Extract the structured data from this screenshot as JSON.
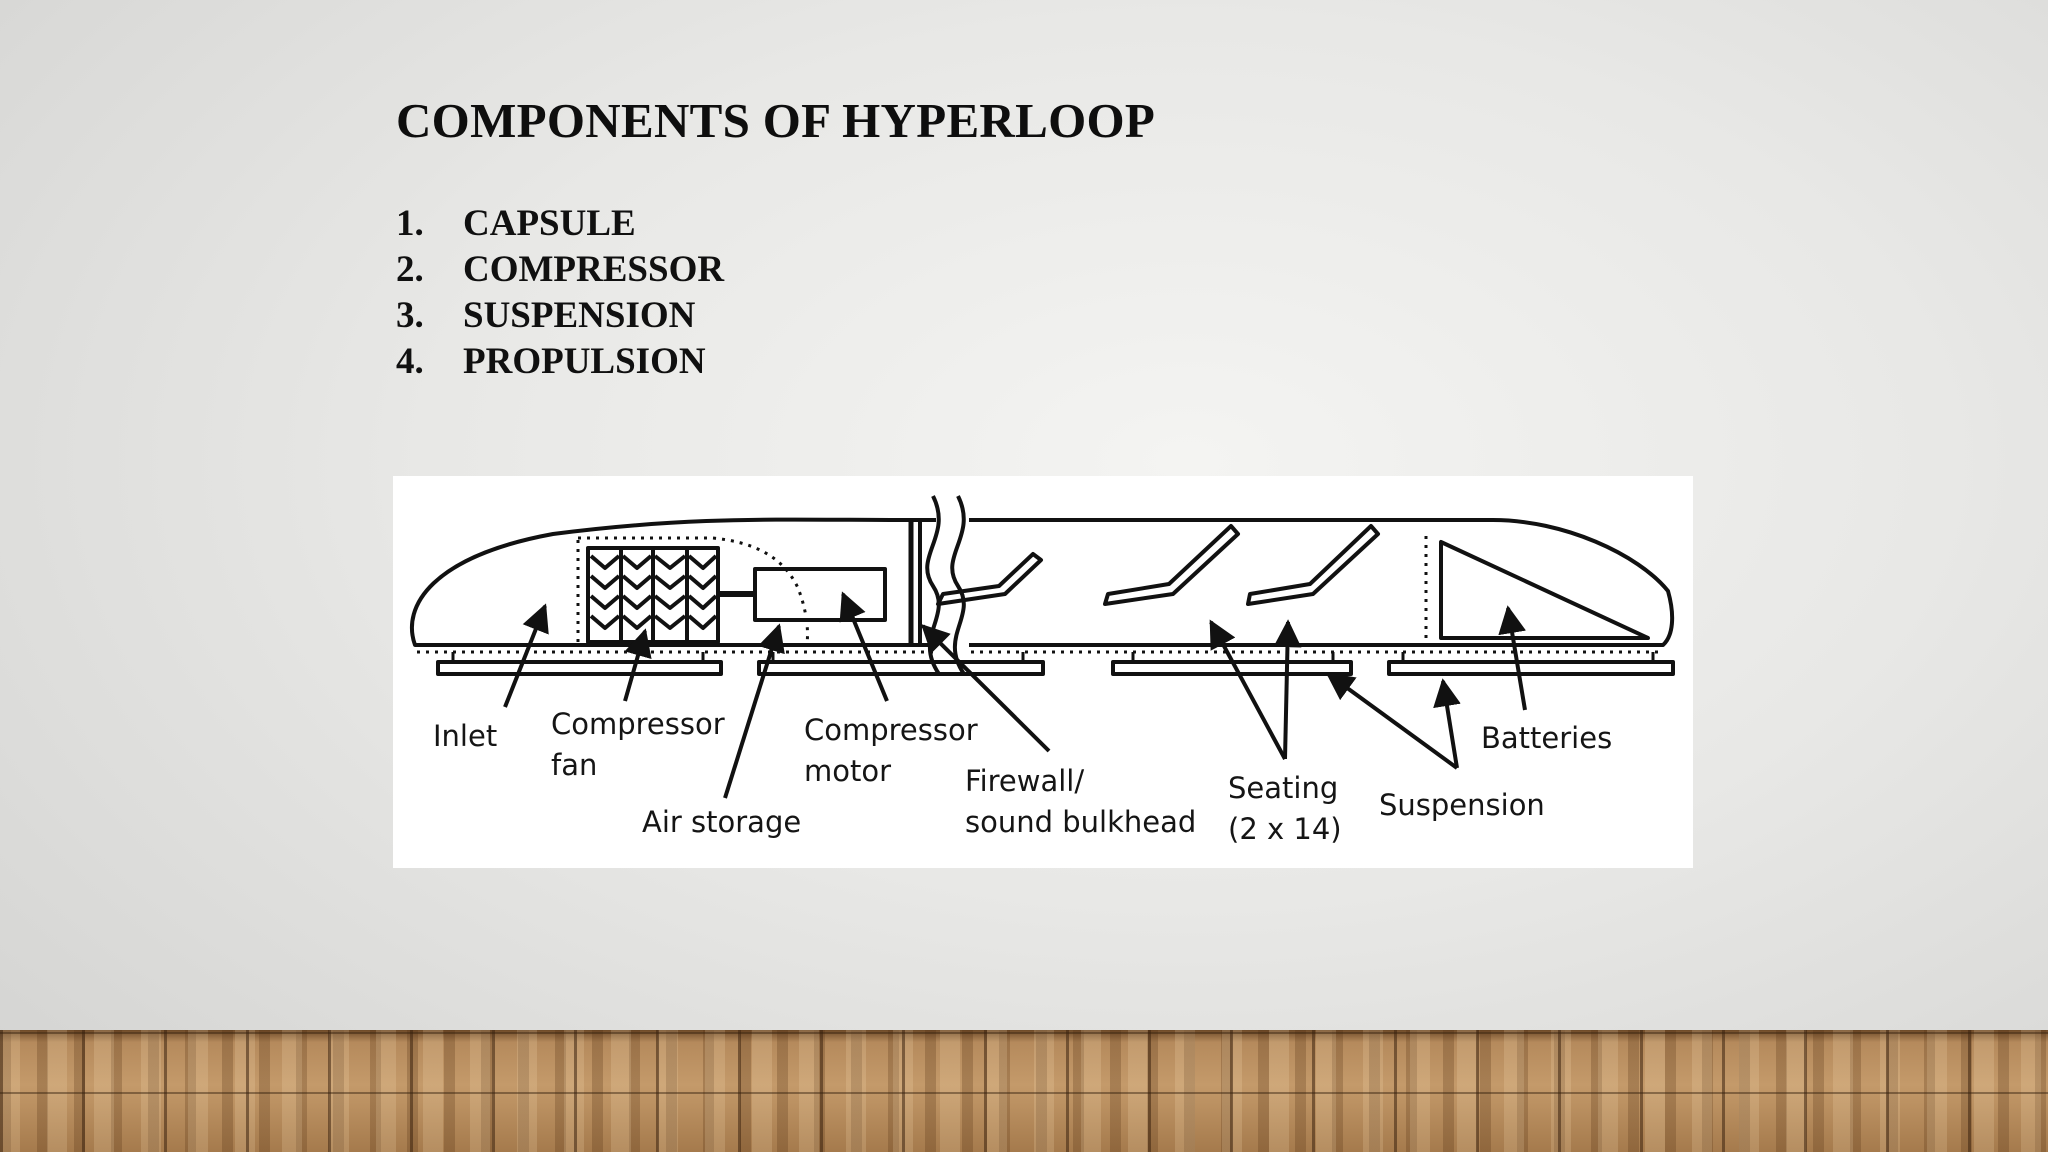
{
  "slide": {
    "title": "COMPONENTS OF HYPERLOOP",
    "list": [
      {
        "num": "1.",
        "text": "CAPSULE"
      },
      {
        "num": "2.",
        "text": "COMPRESSOR"
      },
      {
        "num": "3.",
        "text": "SUSPENSION"
      },
      {
        "num": "4.",
        "text": "PROPULSION"
      }
    ]
  },
  "diagram": {
    "labels": {
      "inlet": "Inlet",
      "compressor_fan": "Compressor\nfan",
      "air_storage": "Air storage",
      "compressor_motor": "Compressor\nmotor",
      "firewall": "Firewall/\nsound bulkhead",
      "seating": "Seating\n(2 x 14)",
      "suspension": "Suspension",
      "batteries": "Batteries"
    }
  }
}
